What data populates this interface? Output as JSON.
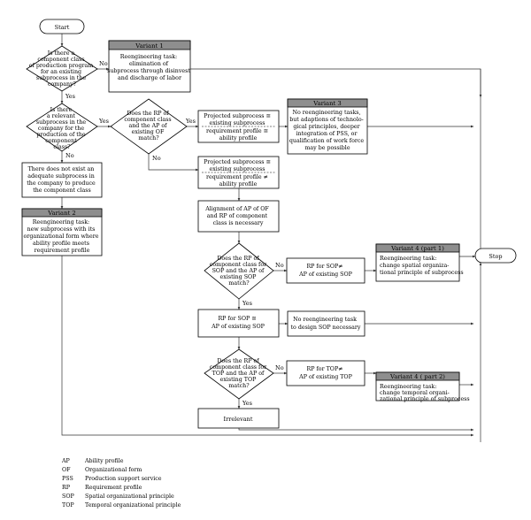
{
  "start": "Start",
  "stop": "Stop",
  "d1": [
    "Is there a",
    "component class",
    "of production program",
    "for an existing",
    "subprocess in the",
    "company?"
  ],
  "d2": [
    "Is there",
    "a relevant",
    "subprocess in the",
    "company for the",
    "production of the",
    "component",
    "class?"
  ],
  "d3": [
    "Does the RP of",
    "component class",
    "and the AP of",
    "existing OF",
    "match?"
  ],
  "d4": [
    "Does the RP of",
    "component class for",
    "SOP and the AP of",
    "existing SOP",
    "match?"
  ],
  "d5": [
    "Does the RP of",
    "component class for",
    "TOP and the AP of",
    "existing TOP",
    "match?"
  ],
  "v1": {
    "header": "Variant 1",
    "lines": [
      "Reengineering task:",
      "elimination of",
      "subprocess through disinvest",
      "and discharge of labor"
    ]
  },
  "v2": {
    "header": "Variant 2",
    "lines": [
      "Reengineering task:",
      "new subprocess with its",
      "organizational form where",
      "ability profile meets",
      "requirement profile"
    ]
  },
  "v3": {
    "header": "Variant  3",
    "lines": [
      "No reengineering tasks,",
      "but adaptions of technolo-",
      "gical principles, deeper",
      "integration of PSS, or",
      "qualification of work force",
      "may be possible"
    ]
  },
  "v4a": {
    "header": "Variant 4 (part 1)",
    "lines": [
      "Reengineering task:",
      "change spatial organiza-",
      "tional principle of subprocess"
    ]
  },
  "v4b": {
    "header": "Variant  4  ( part  2)",
    "lines": [
      "Reengineering task:",
      "change temporal organi-",
      "zational principle of subprocess"
    ]
  },
  "no_sub": [
    "There does not exist an",
    "adequate subprocess in",
    "the company to produce",
    "the component class"
  ],
  "proj_eq": [
    "Projected subprocess ≅",
    "existing subprocess",
    "requirement profile ≅",
    "ability profile"
  ],
  "proj_neq": [
    "Projected subprocess ≅",
    "existing subprocess",
    "requirement profile ≠",
    "ability profile"
  ],
  "align": [
    "Alignment of AP of OF",
    "and RP of component",
    "class is necessary"
  ],
  "rp_sop_neq": [
    "RP for SOP≠",
    "AP of existing SOP"
  ],
  "rp_sop_eq": [
    "RP for SOP ≅",
    "AP of existing SOP"
  ],
  "no_task_sop": [
    "No reengineering task",
    "to design SOP necessary"
  ],
  "rp_top_neq": [
    "RP for TOP≠",
    "AP of existing TOP"
  ],
  "irrelevant": "Irrelevant",
  "yes": "Yes",
  "no": "No",
  "legend": [
    {
      "abbr": "AP",
      "text": "Ability profile"
    },
    {
      "abbr": "OF",
      "text": "Organizational form"
    },
    {
      "abbr": "PSS",
      "text": "Production support service"
    },
    {
      "abbr": "RP",
      "text": "Requirement profile"
    },
    {
      "abbr": "SOP",
      "text": "Spatial organizational principle"
    },
    {
      "abbr": "TOP",
      "text": "Temporal organizational principle"
    }
  ]
}
